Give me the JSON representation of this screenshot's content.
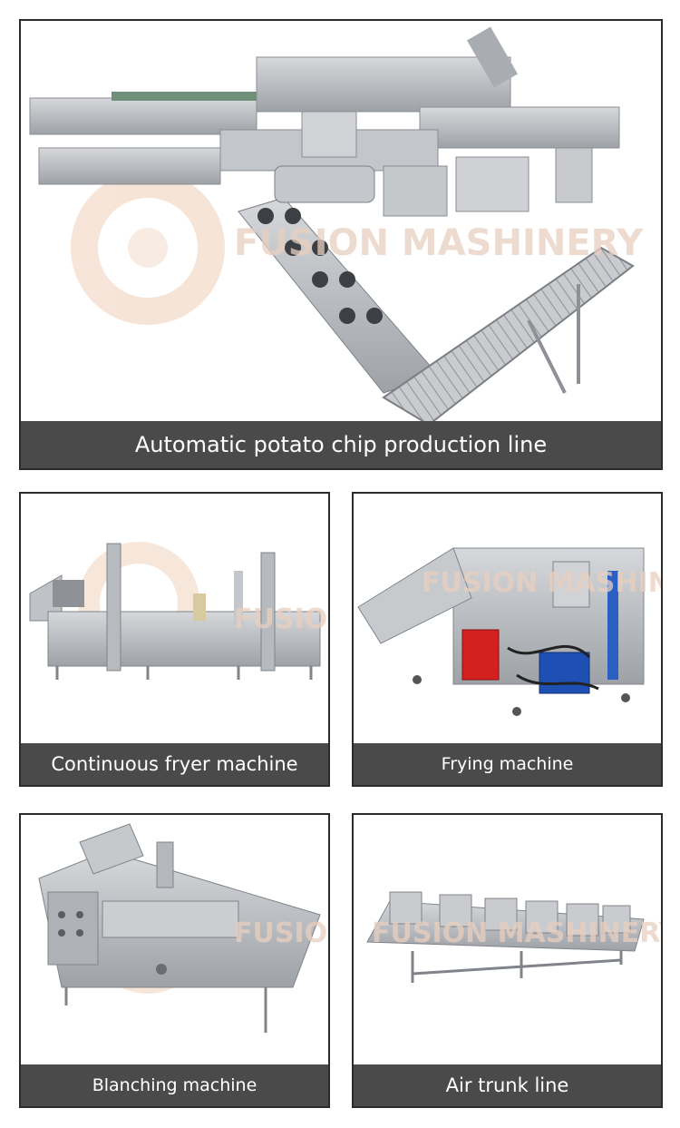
{
  "watermark": {
    "text": "FUSION MASHINERY",
    "color": "#e8c7b4"
  },
  "cards": {
    "main": {
      "caption": "Automatic potato chip production line"
    },
    "continuous_fryer": {
      "caption": "Continuous fryer machine"
    },
    "frying": {
      "caption": "Frying machine"
    },
    "blanching": {
      "caption": "Blanching machine"
    },
    "air_trunk": {
      "caption": "Air trunk line"
    }
  },
  "colors": {
    "caption_bg": "#4a4a4a",
    "border": "#2b2b2b",
    "steel": "#b9bcc0",
    "red": "#d4201f",
    "blue": "#1e50b4"
  }
}
